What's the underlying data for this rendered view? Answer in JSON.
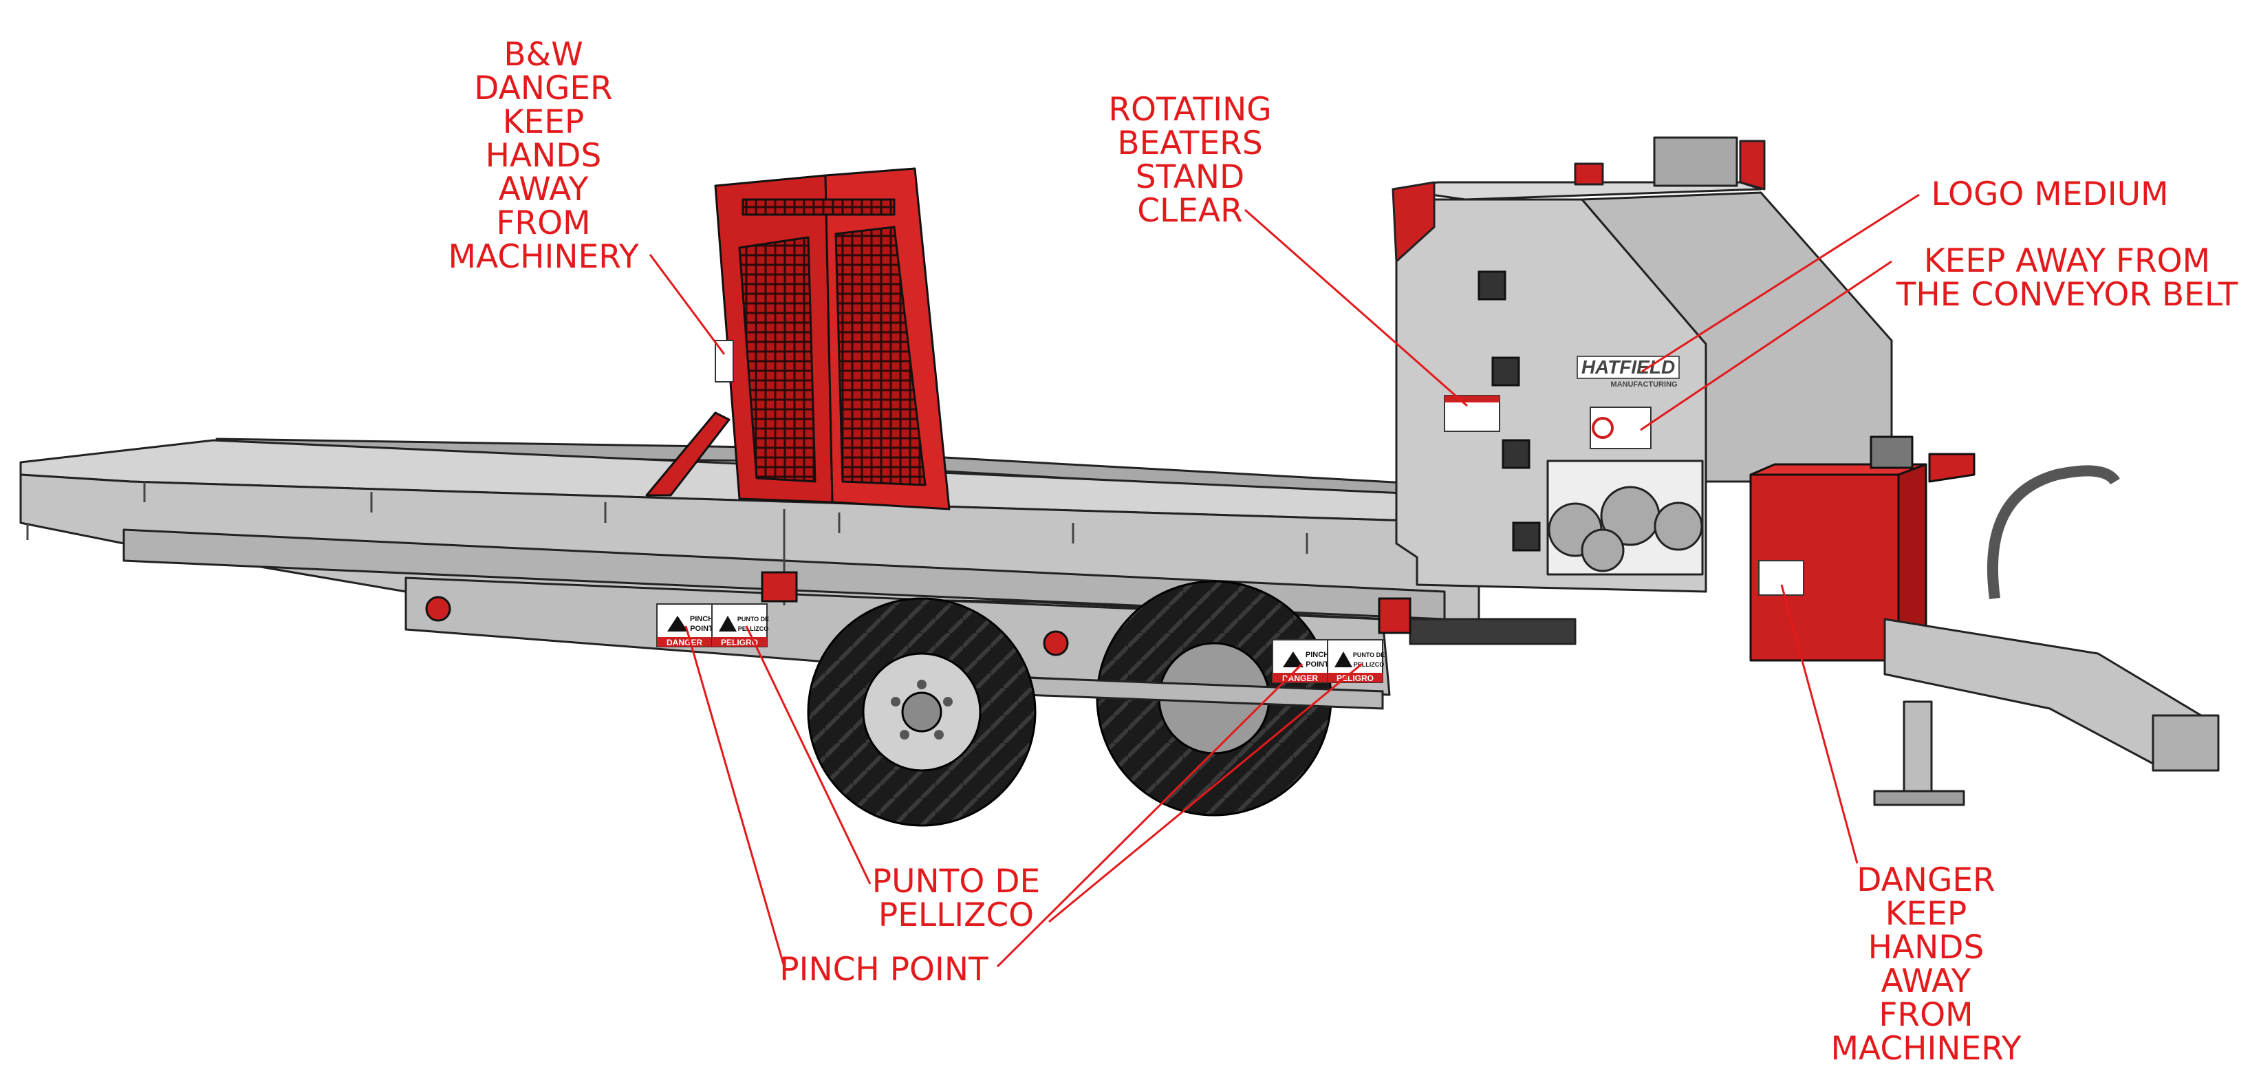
{
  "colors": {
    "label_red": "#e31a1c",
    "frame_gray": "#c7c7c7",
    "frame_dark": "#9a9a9a",
    "outline": "#222222",
    "machine_red": "#cc1f1f",
    "tire": "#1b1b1b"
  },
  "callouts": {
    "bw_danger": {
      "lines": [
        "B&W",
        "DANGER",
        "KEEP",
        "HANDS",
        "AWAY",
        "FROM",
        "MACHINERY"
      ]
    },
    "rotating_beaters": {
      "lines": [
        "ROTATING",
        "BEATERS",
        "STAND",
        "CLEAR"
      ]
    },
    "logo_medium": {
      "lines": [
        "LOGO MEDIUM"
      ]
    },
    "keep_away_conveyor": {
      "lines": [
        "KEEP AWAY FROM",
        "THE CONVEYOR BELT"
      ]
    },
    "punto_de_pellizco": {
      "lines": [
        "PUNTO DE",
        "PELLIZCO"
      ]
    },
    "pinch_point": {
      "lines": [
        "PINCH POINT"
      ]
    },
    "danger_hands_right": {
      "lines": [
        "DANGER",
        "KEEP",
        "HANDS",
        "AWAY",
        "FROM",
        "MACHINERY"
      ]
    }
  },
  "decals": {
    "pinch_point_en": {
      "line1": "PINCH",
      "line2": "POINT",
      "footer": "DANGER"
    },
    "pinch_point_es": {
      "line1": "PUNTO DE",
      "line2": "PELLIZCO",
      "footer": "PELIGRO"
    },
    "brand": {
      "name": "HATFIELD",
      "sub": "MANUFACTURING"
    }
  }
}
